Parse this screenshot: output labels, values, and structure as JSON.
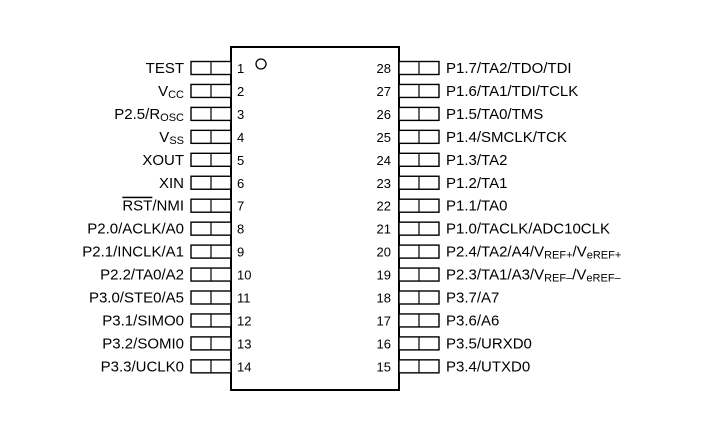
{
  "left_pins": [
    {
      "number": "1",
      "name": [
        {
          "t": "TEST"
        }
      ]
    },
    {
      "number": "2",
      "name": [
        {
          "t": "V"
        },
        {
          "t": "CC",
          "sub": true
        }
      ]
    },
    {
      "number": "3",
      "name": [
        {
          "t": "P2.5/R"
        },
        {
          "t": "OSC",
          "sub": true
        }
      ]
    },
    {
      "number": "4",
      "name": [
        {
          "t": "V"
        },
        {
          "t": "SS",
          "sub": true
        }
      ]
    },
    {
      "number": "5",
      "name": [
        {
          "t": "XOUT"
        }
      ]
    },
    {
      "number": "6",
      "name": [
        {
          "t": "XIN"
        }
      ]
    },
    {
      "number": "7",
      "name": [
        {
          "t": "RST",
          "overline": true
        },
        {
          "t": "/NMI"
        }
      ]
    },
    {
      "number": "8",
      "name": [
        {
          "t": "P2.0/ACLK/A0"
        }
      ]
    },
    {
      "number": "9",
      "name": [
        {
          "t": "P2.1/INCLK/A1"
        }
      ]
    },
    {
      "number": "10",
      "name": [
        {
          "t": "P2.2/TA0/A2"
        }
      ]
    },
    {
      "number": "11",
      "name": [
        {
          "t": "P3.0/STE0/A5"
        }
      ]
    },
    {
      "number": "12",
      "name": [
        {
          "t": "P3.1/SIMO0"
        }
      ]
    },
    {
      "number": "13",
      "name": [
        {
          "t": "P3.2/SOMI0"
        }
      ]
    },
    {
      "number": "14",
      "name": [
        {
          "t": "P3.3/UCLK0"
        }
      ]
    }
  ],
  "right_pins": [
    {
      "number": "28",
      "name": [
        {
          "t": "P1.7/TA2/TDO/TDI"
        }
      ]
    },
    {
      "number": "27",
      "name": [
        {
          "t": "P1.6/TA1/TDI/TCLK"
        }
      ]
    },
    {
      "number": "26",
      "name": [
        {
          "t": "P1.5/TA0/TMS"
        }
      ]
    },
    {
      "number": "25",
      "name": [
        {
          "t": "P1.4/SMCLK/TCK"
        }
      ]
    },
    {
      "number": "24",
      "name": [
        {
          "t": "P1.3/TA2"
        }
      ]
    },
    {
      "number": "23",
      "name": [
        {
          "t": "P1.2/TA1"
        }
      ]
    },
    {
      "number": "22",
      "name": [
        {
          "t": "P1.1/TA0"
        }
      ]
    },
    {
      "number": "21",
      "name": [
        {
          "t": "P1.0/TACLK/ADC10CLK"
        }
      ]
    },
    {
      "number": "20",
      "name": [
        {
          "t": "P2.4/TA2/A4/V"
        },
        {
          "t": "REF+",
          "sub": true
        },
        {
          "t": "/V"
        },
        {
          "t": "eREF+",
          "sub": true
        }
      ]
    },
    {
      "number": "19",
      "name": [
        {
          "t": "P2.3/TA1/A3/V"
        },
        {
          "t": "REF–",
          "sub": true
        },
        {
          "t": "/V"
        },
        {
          "t": "eREF–",
          "sub": true
        }
      ]
    },
    {
      "number": "18",
      "name": [
        {
          "t": "P3.7/A7"
        }
      ]
    },
    {
      "number": "17",
      "name": [
        {
          "t": "P3.6/A6"
        }
      ]
    },
    {
      "number": "16",
      "name": [
        {
          "t": "P3.5/URXD0"
        }
      ]
    },
    {
      "number": "15",
      "name": [
        {
          "t": "P3.4/UTXD0"
        }
      ]
    }
  ],
  "pin1_marker": "circle",
  "colors": {
    "stroke": "#000000",
    "background": "#ffffff"
  }
}
